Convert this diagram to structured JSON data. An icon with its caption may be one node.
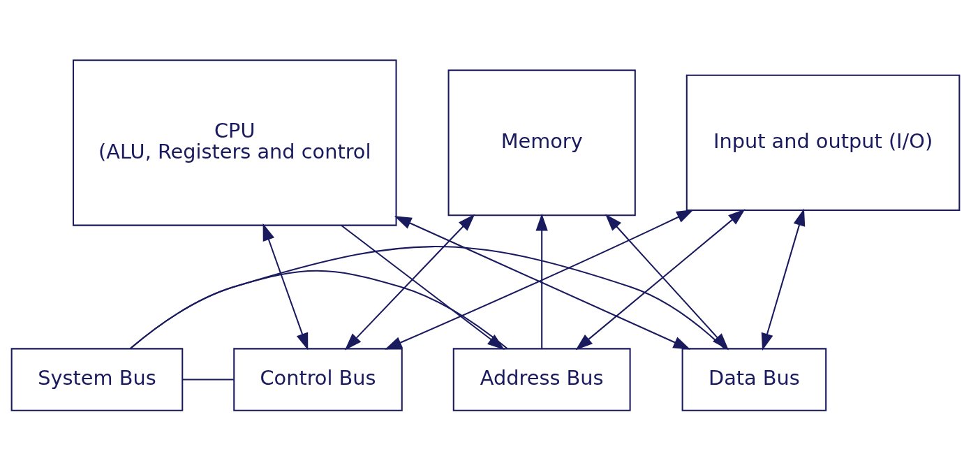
{
  "diagram": {
    "nodes": [
      {
        "text": [
          "CPU",
          "(ALU, Registers and control"
        ]
      },
      {
        "text": [
          "Memory"
        ]
      },
      {
        "text": [
          "Input and output (I/O)"
        ]
      },
      {
        "text": [
          "System Bus"
        ]
      },
      {
        "text": [
          "Data Bus"
        ]
      },
      {
        "text": [
          "Address Bus"
        ]
      },
      {
        "text": [
          "Control Bus"
        ]
      }
    ],
    "edges": [
      {
        "from": 3,
        "to": 4,
        "arrow": "none"
      },
      {
        "from": 3,
        "to": 5,
        "arrow": "none"
      },
      {
        "from": 3,
        "to": 6,
        "arrow": "none"
      },
      {
        "from": 0,
        "to": 4,
        "arrow": "both"
      },
      {
        "from": 0,
        "to": 5,
        "arrow": "to"
      },
      {
        "from": 0,
        "to": 6,
        "arrow": "both"
      },
      {
        "from": 5,
        "to": 1,
        "arrow": "to"
      },
      {
        "from": 1,
        "to": 4,
        "arrow": "both"
      },
      {
        "from": 1,
        "to": 6,
        "arrow": "both"
      },
      {
        "from": 2,
        "to": 4,
        "arrow": "both"
      },
      {
        "from": 2,
        "to": 5,
        "arrow": "both"
      },
      {
        "from": 2,
        "to": 6,
        "arrow": "both"
      }
    ]
  }
}
